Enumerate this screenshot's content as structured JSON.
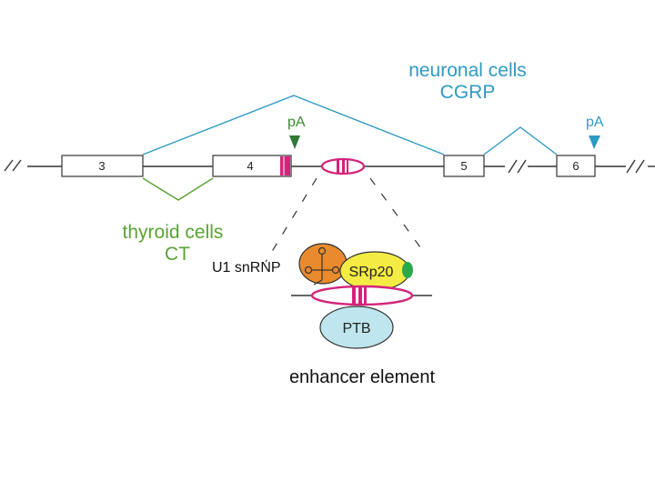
{
  "labels": {
    "neuronal_line1": "neuronal cells",
    "neuronal_line2": "CGRP",
    "thyroid_line1": "thyroid cells",
    "thyroid_line2": "CT",
    "pa_exon4": "pA",
    "pa_exon6": "pA",
    "u1_snrnp": "U1 snRNP",
    "srp20": "SRp20",
    "ptb": "PTB",
    "enhancer": "enhancer element"
  },
  "exons": [
    {
      "label": "3"
    },
    {
      "label": "4"
    },
    {
      "label": "5"
    },
    {
      "label": "6"
    }
  ],
  "colors": {
    "neuronal": "#2f9bc4",
    "thyroid": "#5aa332",
    "enhancer": "#d4237a",
    "u1": "#e98a2e",
    "srp20": "#f4ec44",
    "srp20_dot": "#2aa84a",
    "ptb": "#bfe6ee"
  }
}
